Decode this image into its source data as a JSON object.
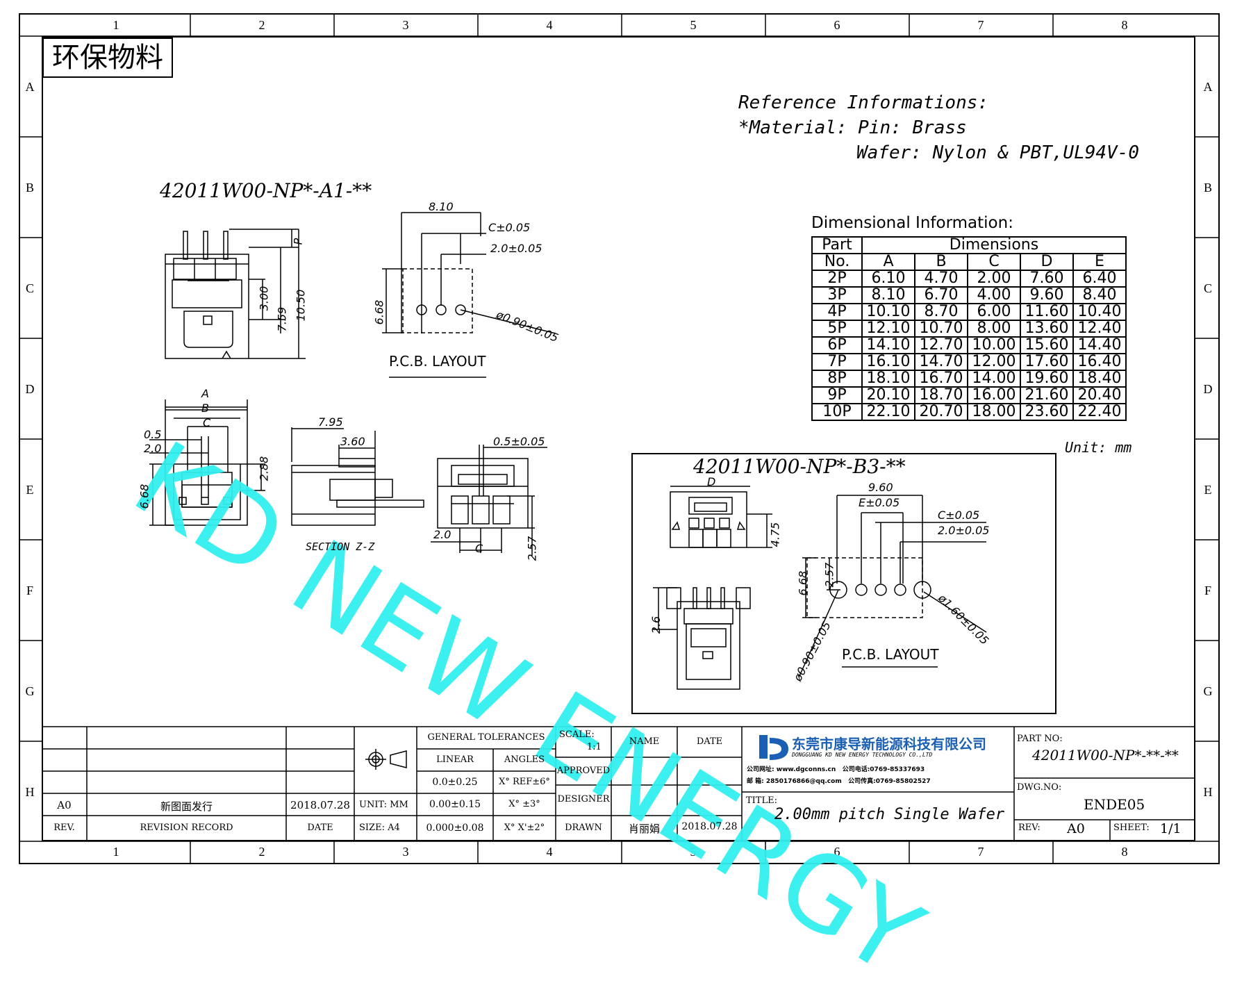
{
  "zones": {
    "columns": [
      "1",
      "2",
      "3",
      "4",
      "5",
      "6",
      "7",
      "8"
    ],
    "rows": [
      "A",
      "B",
      "C",
      "D",
      "E",
      "F",
      "G",
      "H"
    ]
  },
  "stamp": "环保物料",
  "watermark": "KD NEW ENERGY",
  "reference": {
    "line1": "Reference Informations:",
    "line2": "*Material: Pin: Brass",
    "line3": "Wafer: Nylon & PBT,UL94V-0"
  },
  "view_a": {
    "part_no": "42011W00-NP*-A1-**",
    "pcb_label": "P.C.B. LAYOUT",
    "section_label": "SECTION Z-Z",
    "dims": {
      "d810": "8.10",
      "c005": "C±0.05",
      "p2005": "2.0±0.05",
      "h668": "6.68",
      "hole": "ø0.90±0.05",
      "p": "P",
      "d300": "3.00",
      "d759": "7.59",
      "d1050": "10.50",
      "a": "A",
      "b": "B",
      "c": "C",
      "d05": "0.5",
      "d20": "2.0",
      "d288": "2.88",
      "d668b": "6.68",
      "d795": "7.95",
      "d360": "3.60",
      "d05005": "0.5±0.05",
      "d20b": "2.0",
      "cb": "C",
      "d257": "2.57"
    }
  },
  "view_b": {
    "part_no": "42011W00-NP*-B3-**",
    "pcb_label": "P.C.B. LAYOUT",
    "dims": {
      "d": "D",
      "d960": "9.60",
      "e005": "E±0.05",
      "c005": "C±0.05",
      "p2005": "2.0±0.05",
      "d475": "4.75",
      "d668": "6.68",
      "d257": "2.57",
      "d26": "2.6",
      "hole1": "ø0.90±0.05",
      "hole2": "ø1.60±0.05"
    }
  },
  "dim_table": {
    "title": "Dimensional Information:",
    "header_part_1": "Part",
    "header_part_2": "No.",
    "header_dims": "Dimensions",
    "columns": [
      "A",
      "B",
      "C",
      "D",
      "E"
    ],
    "rows": [
      [
        "2P",
        "6.10",
        "4.70",
        "2.00",
        "7.60",
        "6.40"
      ],
      [
        "3P",
        "8.10",
        "6.70",
        "4.00",
        "9.60",
        "8.40"
      ],
      [
        "4P",
        "10.10",
        "8.70",
        "6.00",
        "11.60",
        "10.40"
      ],
      [
        "5P",
        "12.10",
        "10.70",
        "8.00",
        "13.60",
        "12.40"
      ],
      [
        "6P",
        "14.10",
        "12.70",
        "10.00",
        "15.60",
        "14.40"
      ],
      [
        "7P",
        "16.10",
        "14.70",
        "12.00",
        "17.60",
        "16.40"
      ],
      [
        "8P",
        "18.10",
        "16.70",
        "14.00",
        "19.60",
        "18.40"
      ],
      [
        "9P",
        "20.10",
        "18.70",
        "16.00",
        "21.60",
        "20.40"
      ],
      [
        "10P",
        "22.10",
        "20.70",
        "18.00",
        "23.60",
        "22.40"
      ]
    ],
    "unit": "Unit: mm"
  },
  "title_block": {
    "rev_value": "A0",
    "rev_record_value": "新图面发行",
    "rev_date_value": "2018.07.28",
    "rev_label": "REV.",
    "rev_record_label": "REVISION RECORD",
    "date_label": "DATE",
    "unit": "UNIT: MM",
    "size": "SIZE: A4",
    "general_tolerances": "GENERAL TOLERANCES",
    "linear": "LINEAR",
    "angles": "ANGLES",
    "tol1": "0.0±0.25",
    "tol2": "0.00±0.15",
    "tol3": "0.000±0.08",
    "ang1": "X° REF±6°",
    "ang2": "X° ±3°",
    "ang3": "X° X'±2°",
    "scale_label": "SCALE:",
    "scale_value": "1:1",
    "name_label": "NAME",
    "date_col_label": "DATE",
    "approved": "APPROVED",
    "designer": "DESIGNER",
    "drawn": "DRAWN",
    "drawn_name": "肖丽娟",
    "drawn_date": "2018.07.28",
    "company_cn": "东莞市康导新能源科技有限公司",
    "company_en": "DONGGUANG KD NEW ENERGY TECHNOLOGY CO.,LTD",
    "website_label": "公司网址:",
    "website": "www.dgconns.cn",
    "phone_label": "公司电话:",
    "phone": "0769-85337693",
    "email_label": "邮    箱:",
    "email": "2850176866@qq.com",
    "fax_label": "公司传真:",
    "fax": "0769-85802527",
    "title_label": "TITLE:",
    "title_value": "2.00mm pitch Single Wafer",
    "part_no_label": "PART NO:",
    "part_no_value": "42011W00-NP*-**-**",
    "dwg_no_label": "DWG.NO:",
    "dwg_no_value": "ENDE05",
    "rev2_label": "REV:",
    "rev2_value": "A0",
    "sheet_label": "SHEET:",
    "sheet_value": "1/1"
  },
  "colors": {
    "watermark": "#33f0f0",
    "logo": "#1a5fb4",
    "line": "#000000"
  }
}
